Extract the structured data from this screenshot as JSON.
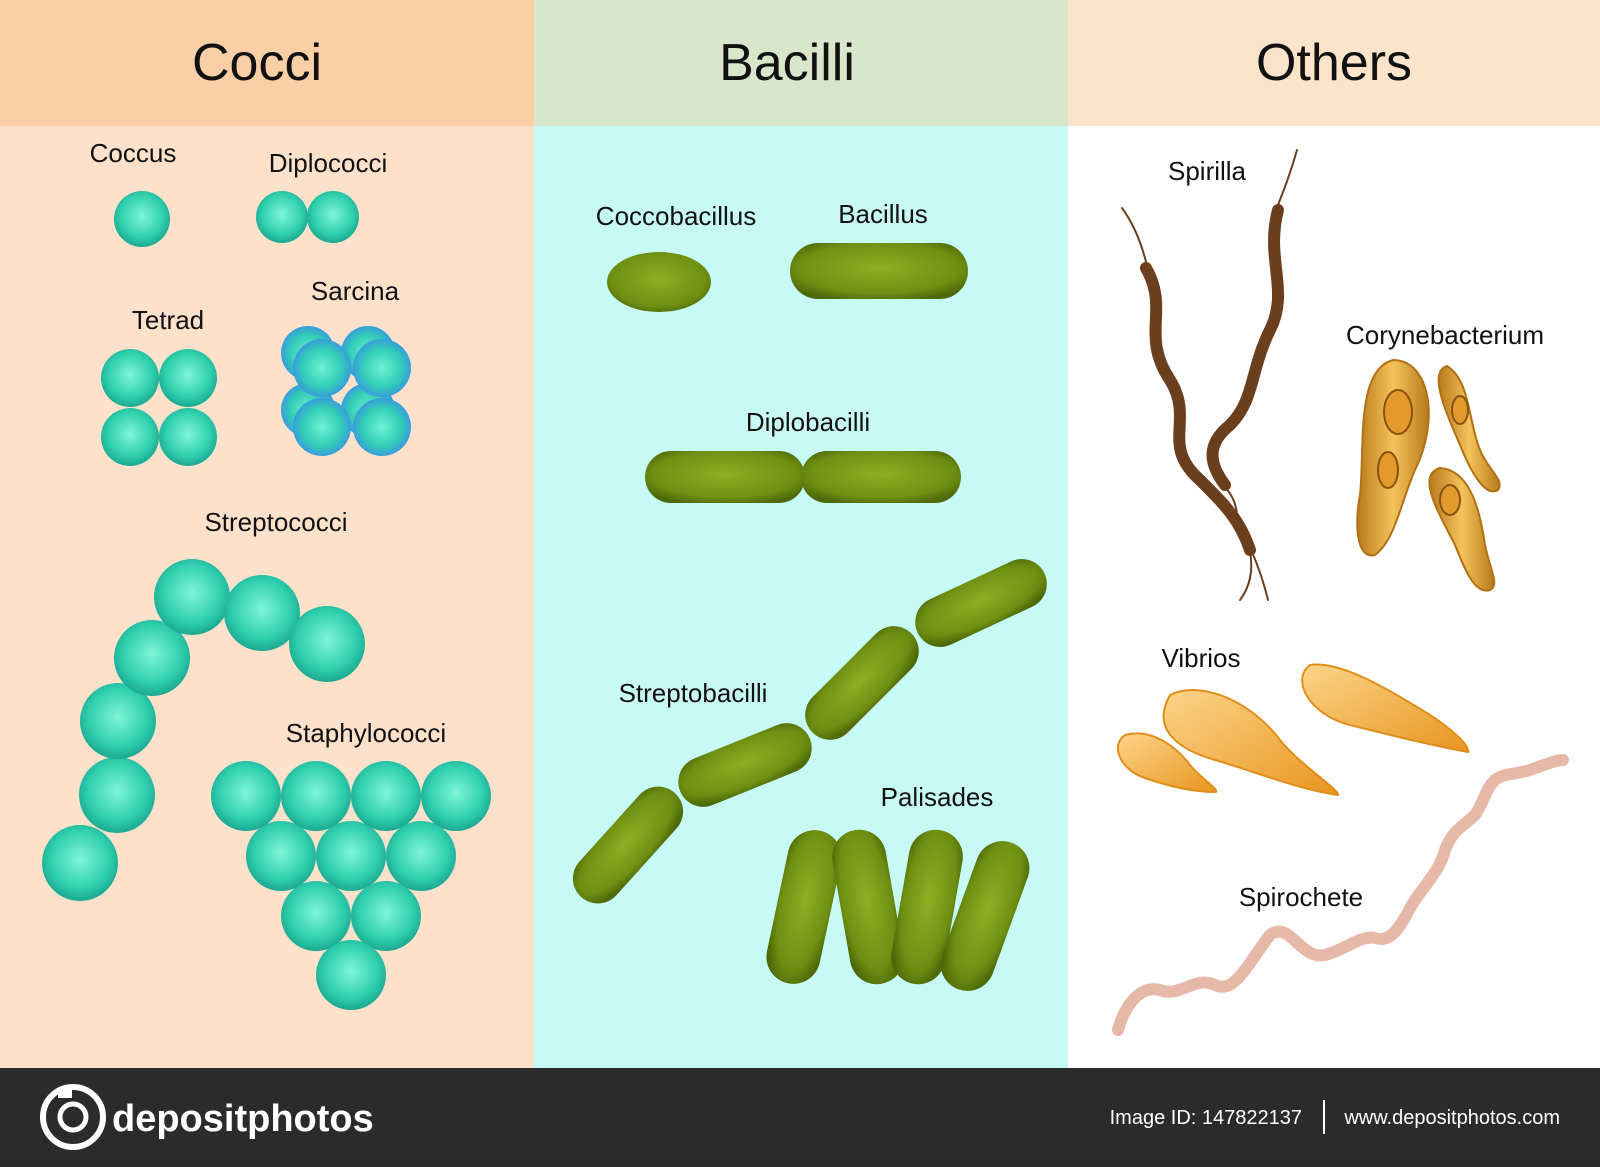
{
  "columns": [
    {
      "title": "Cocci",
      "header_color": "#FBCFA5",
      "body_color": "#FDE1CB"
    },
    {
      "title": "Bacilli",
      "header_color": "#D8E6CC",
      "body_color": "#C8FAF5"
    },
    {
      "title": "Others",
      "header_color": "#FCE4CA",
      "body_color": "#FFFFFF"
    }
  ],
  "labels": {
    "coccus": "Coccus",
    "diplococci": "Diplococci",
    "tetrad": "Tetrad",
    "sarcina": "Sarcina",
    "streptococci": "Streptococci",
    "staphylococci": "Staphylococci",
    "coccobacillus": "Coccobacillus",
    "bacillus": "Bacillus",
    "diplobacilli": "Diplobacilli",
    "streptobacilli": "Streptobacilli",
    "palisades": "Palisades",
    "spirilla": "Spirilla",
    "corynebacterium": "Corynebacterium",
    "vibrios": "Vibrios",
    "spirochete": "Spirochete"
  },
  "colors": {
    "coccus": "#2FCFAE",
    "sarcina_rim": "#3BA7E8",
    "bacillus": "#6E8F12",
    "spirilla": "#6B3E1E",
    "coryne": "#D9A23C",
    "vibrio": "#F2A93B",
    "spirochete": "#E6B8A8",
    "footer": "#2B2B2B"
  },
  "footer": {
    "brand": "depositphotos",
    "image_id": "Image ID: 147822137",
    "site": "www.depositphotos.com"
  }
}
